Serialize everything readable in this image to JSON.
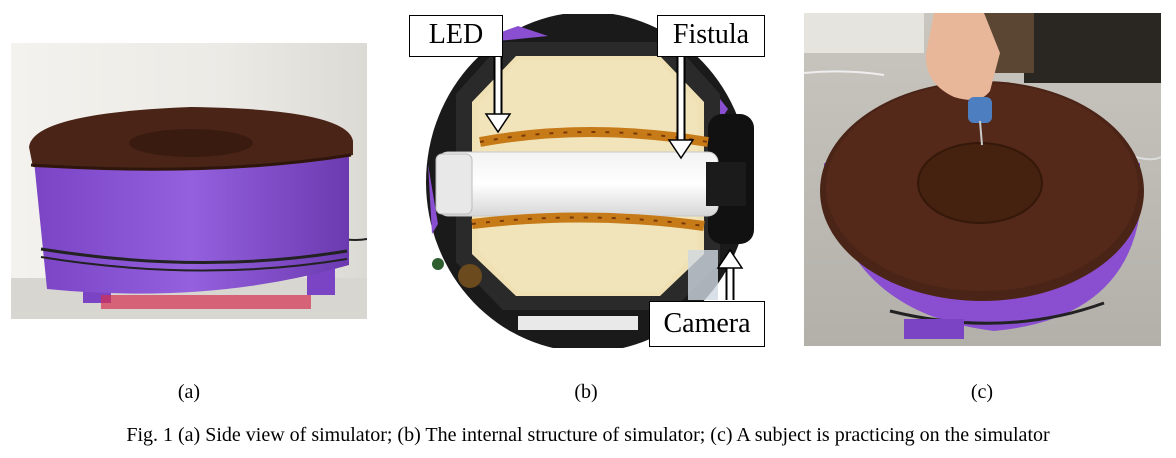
{
  "panels": [
    {
      "label": "(a)",
      "description": "Side view photo of purple simulator with brown top"
    },
    {
      "label": "(b)",
      "description": "Internal structure photo with LED strips, fistula and camera"
    },
    {
      "label": "(c)",
      "description": "Subject practicing needle insertion on simulator"
    }
  ],
  "callouts": {
    "led": "LED",
    "fistula": "Fistula",
    "camera": "Camera"
  },
  "caption": "Fig. 1 (a) Side view of simulator; (b) The internal structure of simulator; (c) A subject is practicing on the simulator",
  "colors": {
    "purple": "#8a4fd0",
    "brown": "#4a2417",
    "foam": "#efe1b4",
    "led_strip": "#c77a18"
  }
}
